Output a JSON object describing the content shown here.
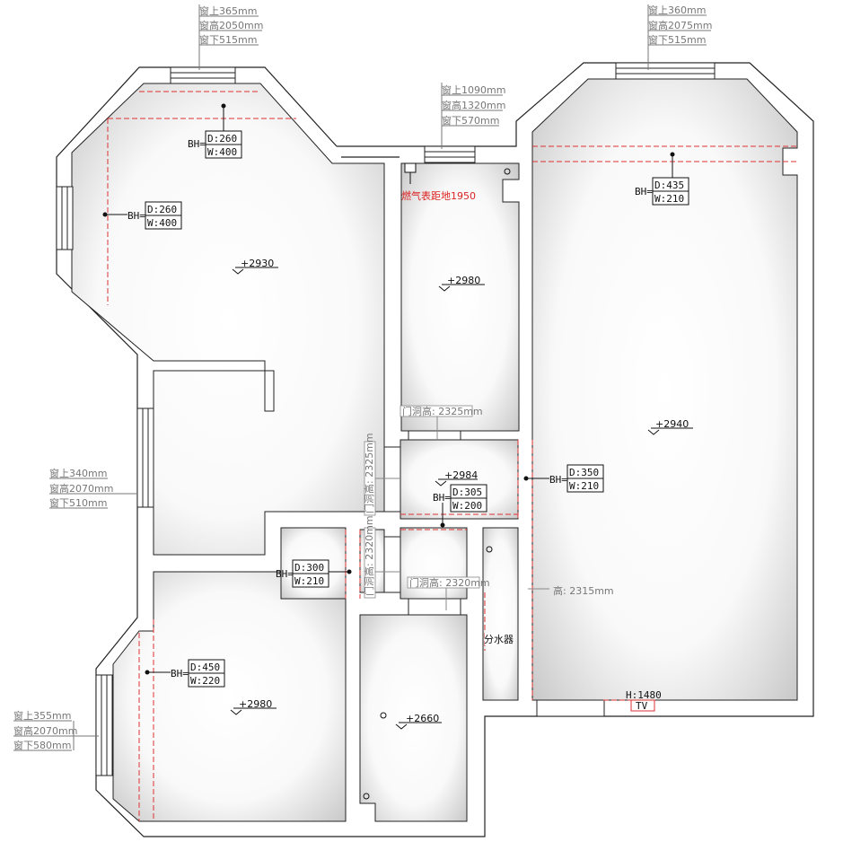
{
  "windows": {
    "top_left": {
      "above": "窗上365mm",
      "height": "窗高2050mm",
      "below": "窗下515mm"
    },
    "top_middle": {
      "above": "窗上1090mm",
      "height": "窗高1320mm",
      "below": "窗下570mm"
    },
    "top_right": {
      "above": "窗上360mm",
      "height": "窗高2075mm",
      "below": "窗下515mm"
    },
    "left_middle": {
      "above": "窗上340mm",
      "height": "窗高2070mm",
      "below": "窗下510mm"
    },
    "bottom_left": {
      "above": "窗上355mm",
      "height": "窗高2070mm",
      "below": "窗下580mm"
    }
  },
  "bh_prefix": "BH=",
  "sockets": {
    "s1": {
      "d": "D:260",
      "w": "W:400"
    },
    "s2": {
      "d": "D:260",
      "w": "W:400"
    },
    "s3": {
      "d": "D:435",
      "w": "W:210"
    },
    "s4": {
      "d": "D:350",
      "w": "W:210"
    },
    "s5": {
      "d": "D:305",
      "w": "W:200"
    },
    "s6": {
      "d": "D:300",
      "w": "W:210"
    },
    "s7": {
      "d": "D:450",
      "w": "W:220"
    }
  },
  "levels": {
    "l1": "+2930",
    "l2": "+2980",
    "l3": "+2940",
    "l4": "+2984",
    "l5": "+2980",
    "l6": "+2660"
  },
  "doors": {
    "d1": "门洞高: 2325mm",
    "d2": "门洞高: 2325mm",
    "d3": "门洞高: 2320mm",
    "d4": "门洞高: 2320mm",
    "d5": "高: 2315mm"
  },
  "notes": {
    "gas_meter": "燃气表距地1950",
    "water_distributor": "分水器",
    "tv_height": "H:1480",
    "tv": "TV"
  }
}
